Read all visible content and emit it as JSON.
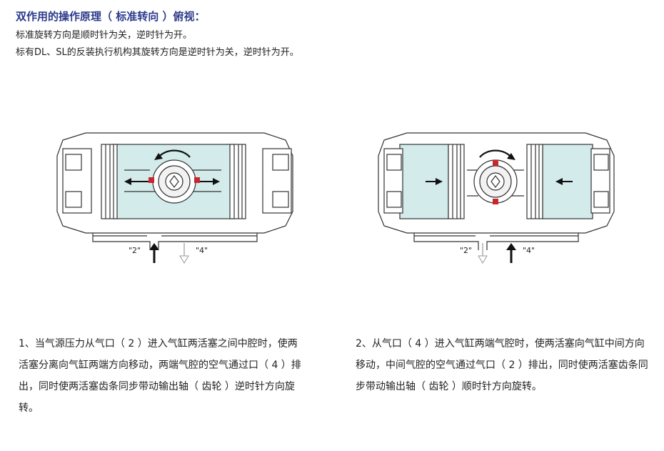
{
  "header": {
    "title": "双作用的操作原理（ 标准转向 ）俯视：",
    "line1": "标准旋转方向是顺时针为关，逆时针为开。",
    "line2": "标有DL、SL的反装执行机构其旋转方向是逆时针为关，逆时针为开。"
  },
  "left_diagram": {
    "port2_label": "\"2\"",
    "port4_label": "\"4\"",
    "caption": "1、当气源压力从气口（ 2 ）进入气缸两活塞之间中腔时，使两活塞分离向气缸两端方向移动，两端气腔的空气通过口（ 4 ）排出，同时使两活塞齿条同步带动输出轴（ 齿轮 ）逆时针方向旋转。"
  },
  "right_diagram": {
    "port2_label": "\"2\"",
    "port4_label": "\"4\"",
    "caption": "2、从气口（ 4 ）进入气缸两端气腔时，使两活塞向气缸中间方向移动，中间气腔的空气通过气口（ 2 ）排出，同时使两活塞齿条同步带动输出轴（ 齿轮 ）顺时针方向旋转。"
  },
  "colors": {
    "pressure_fill": "#d3ebea",
    "title": "#2b3a8c",
    "seal_red": "#c8282d"
  }
}
